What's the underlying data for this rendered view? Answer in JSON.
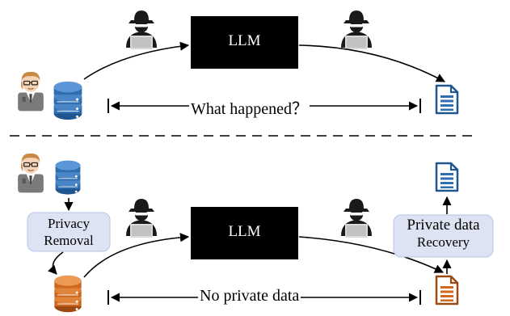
{
  "top": {
    "llm_label": "LLM",
    "line_label": "What happened？"
  },
  "bottom": {
    "llm_label": "LLM",
    "line_label": "No private data",
    "privacy_removal": {
      "line1": "Privacy",
      "line2": "Removal"
    },
    "private_data_recovery": {
      "line1": "Private data",
      "line2": "Recovery"
    }
  },
  "colors": {
    "llm_box": "#000000",
    "label_box_fill": "#dde3f3",
    "label_box_stroke": "#b9c4e3",
    "database_blue": "#2f6eb0",
    "database_orange": "#d0691e",
    "document_blue": "#2f6eb0",
    "document_orange": "#d0691e"
  },
  "icons": [
    "user-icon",
    "database-icon",
    "hacker-icon",
    "document-icon"
  ]
}
